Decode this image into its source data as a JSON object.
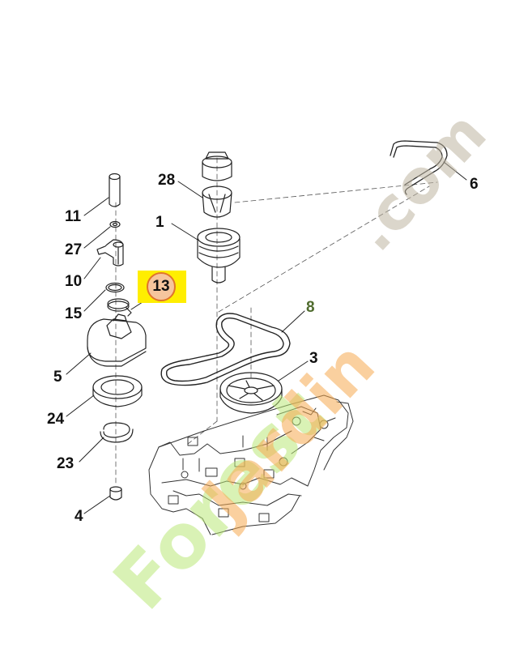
{
  "callouts": [
    {
      "id": "11",
      "label": "11"
    },
    {
      "id": "27",
      "label": "27"
    },
    {
      "id": "10",
      "label": "10"
    },
    {
      "id": "15",
      "label": "15"
    },
    {
      "id": "13",
      "label": "13",
      "highlighted": true
    },
    {
      "id": "5",
      "label": "5"
    },
    {
      "id": "24",
      "label": "24"
    },
    {
      "id": "23",
      "label": "23"
    },
    {
      "id": "4",
      "label": "4"
    },
    {
      "id": "28",
      "label": "28"
    },
    {
      "id": "1",
      "label": "1"
    },
    {
      "id": "8",
      "label": "8"
    },
    {
      "id": "3",
      "label": "3"
    },
    {
      "id": "6",
      "label": "6"
    }
  ],
  "watermark": {
    "part1": "Forest",
    "part2": "Jardin",
    "part3": ".com"
  },
  "colors": {
    "highlight_fill": "#ffee00",
    "highlight_circle": "#f6c59d",
    "highlight_ring": "#e0742c",
    "label_8": "#4f6b2d",
    "watermark_green": "#bae878",
    "watermark_orange": "#f5aa50",
    "watermark_gray": "#beb4a0"
  }
}
